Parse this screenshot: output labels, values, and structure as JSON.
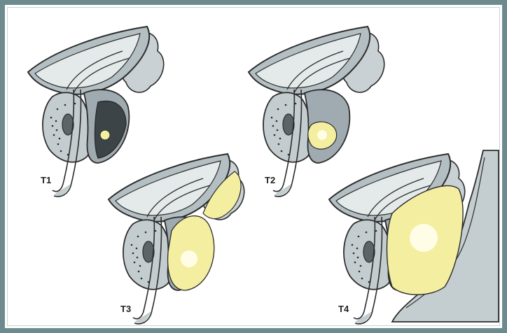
{
  "figure": {
    "panels": [
      {
        "label": "T1"
      },
      {
        "label": "T2"
      },
      {
        "label": "T3"
      },
      {
        "label": "T4"
      }
    ]
  },
  "colors": {
    "frame": "#6d8b8f",
    "organ_fill": "#bcc6c9",
    "organ_outline": "#2c2c2c",
    "dark_zone": "#3d4448",
    "tumor": "#f4eea0",
    "tumor_highlight": "#fffde6",
    "wall": "#c4cdd0"
  }
}
